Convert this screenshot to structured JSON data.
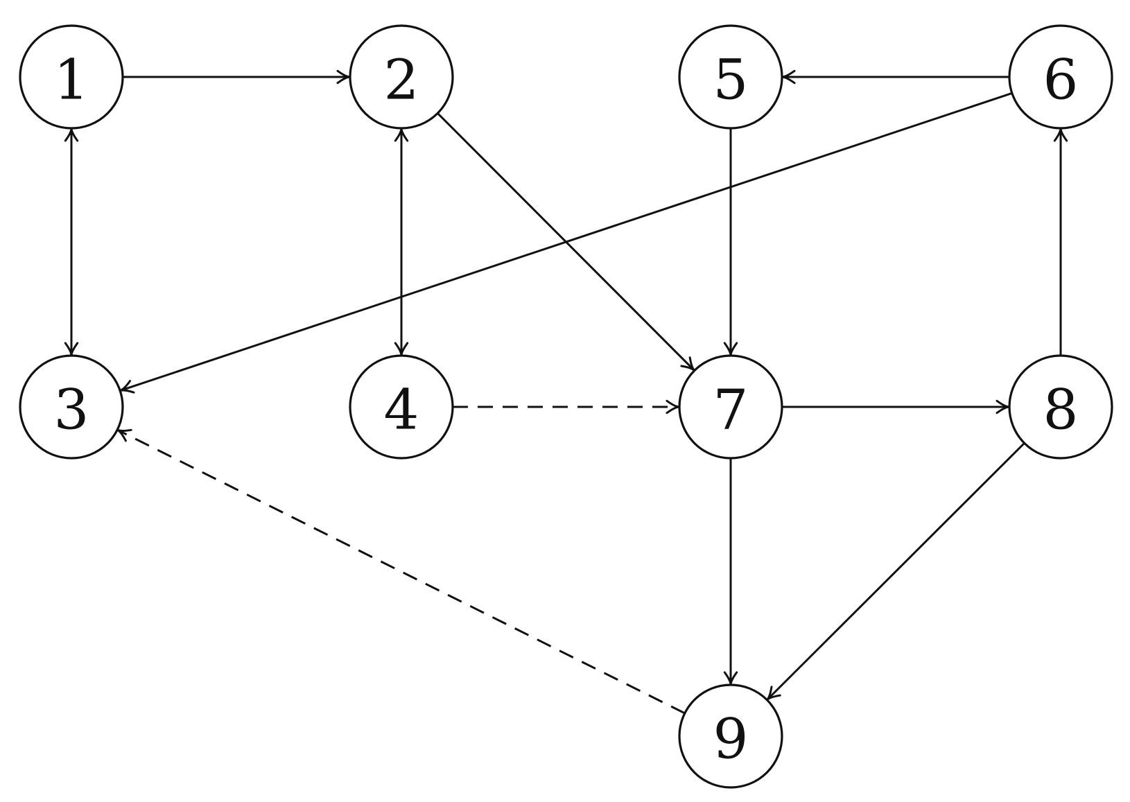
{
  "graph": {
    "directed": true,
    "nodes": [
      {
        "id": "1",
        "label": "1"
      },
      {
        "id": "2",
        "label": "2"
      },
      {
        "id": "3",
        "label": "3"
      },
      {
        "id": "4",
        "label": "4"
      },
      {
        "id": "5",
        "label": "5"
      },
      {
        "id": "6",
        "label": "6"
      },
      {
        "id": "7",
        "label": "7"
      },
      {
        "id": "8",
        "label": "8"
      },
      {
        "id": "9",
        "label": "9"
      }
    ],
    "edges": [
      {
        "from": "1",
        "to": "2",
        "style": "solid",
        "bidirectional": false
      },
      {
        "from": "1",
        "to": "3",
        "style": "solid",
        "bidirectional": true
      },
      {
        "from": "2",
        "to": "4",
        "style": "solid",
        "bidirectional": true
      },
      {
        "from": "2",
        "to": "7",
        "style": "solid",
        "bidirectional": false
      },
      {
        "from": "6",
        "to": "5",
        "style": "solid",
        "bidirectional": false
      },
      {
        "from": "6",
        "to": "3",
        "style": "solid",
        "bidirectional": false
      },
      {
        "from": "5",
        "to": "7",
        "style": "solid",
        "bidirectional": false
      },
      {
        "from": "4",
        "to": "7",
        "style": "dashed",
        "bidirectional": false
      },
      {
        "from": "7",
        "to": "8",
        "style": "solid",
        "bidirectional": false
      },
      {
        "from": "8",
        "to": "6",
        "style": "solid",
        "bidirectional": false
      },
      {
        "from": "7",
        "to": "9",
        "style": "solid",
        "bidirectional": false
      },
      {
        "from": "8",
        "to": "9",
        "style": "solid",
        "bidirectional": false
      },
      {
        "from": "9",
        "to": "3",
        "style": "dashed",
        "bidirectional": false
      }
    ],
    "colors": {
      "stroke": "#111111",
      "background": "#ffffff"
    }
  }
}
